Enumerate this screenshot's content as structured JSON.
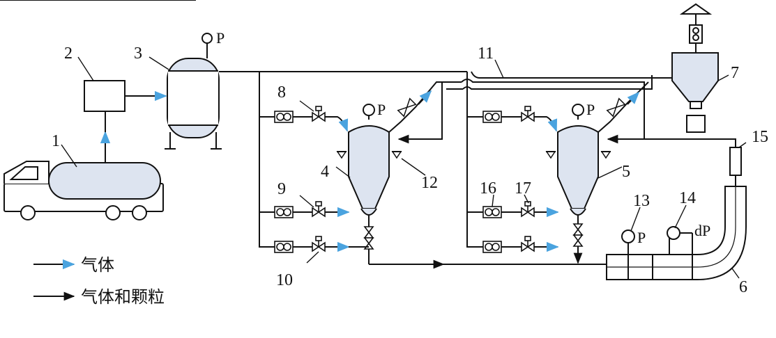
{
  "colors": {
    "line": "#111111",
    "gas_arrow": "#4aa3df",
    "vessel_fill": "#dde4f0"
  },
  "callouts": {
    "c1": "1",
    "c2": "2",
    "c3": "3",
    "c4": "4",
    "c5": "5",
    "c6": "6",
    "c7": "7",
    "c8": "8",
    "c9": "9",
    "c10": "10",
    "c11": "11",
    "c12": "12",
    "c13": "13",
    "c14": "14",
    "c15": "15",
    "c16": "16",
    "c17": "17"
  },
  "gauges": {
    "pressure": "P",
    "diff_pressure": "dP"
  },
  "legend": {
    "gas": "气体",
    "gas_and_particles": "气体和颗粒"
  }
}
